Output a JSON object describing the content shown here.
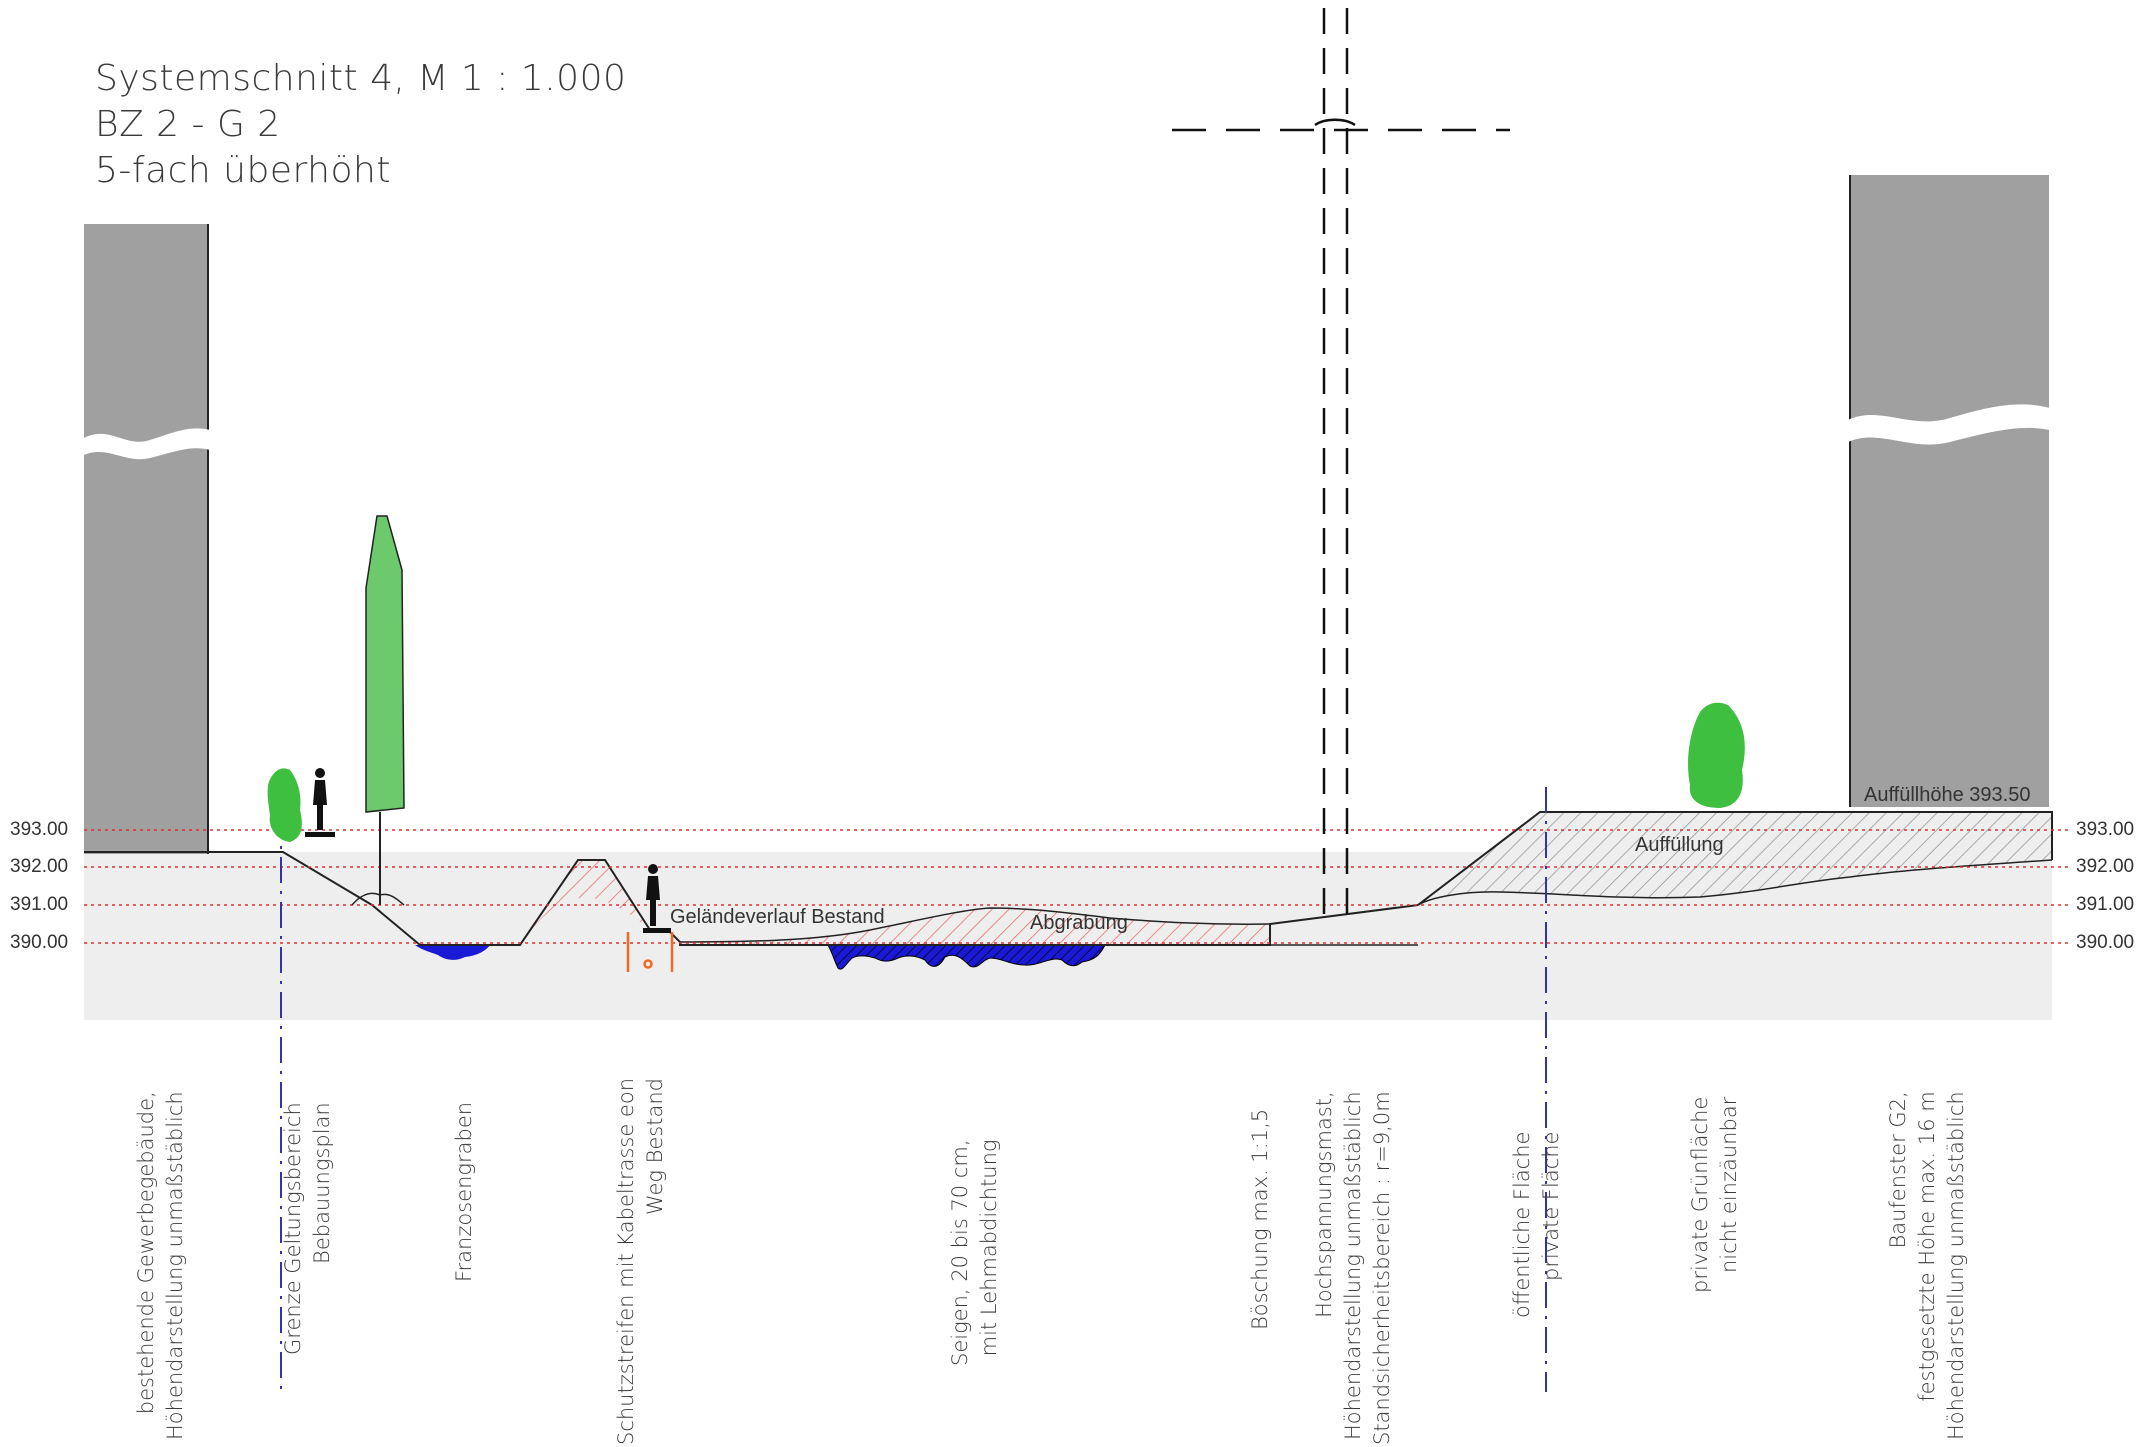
{
  "title": {
    "line1": "Systemschnitt 4, M 1 : 1.000",
    "line2": "BZ 2 - G 2",
    "line3": "5-fach überhöht"
  },
  "levels": [
    "393.00",
    "392.00",
    "391.00",
    "390.00"
  ],
  "profile_labels": {
    "existing_terrain": "Geländeverlauf Bestand",
    "excavation": "Abgrabung",
    "fill": "Auffüllung",
    "fill_height": "Auffüllhöhe 393.50"
  },
  "annotations": [
    {
      "line1": "bestehende Gewerbegebäude,",
      "line2": "Höhendarstellung unmaßstäblich"
    },
    {
      "line1": "Grenze Geltungsbereich",
      "line2": "Bebauungsplan"
    },
    {
      "line1": "Franzosengraben",
      "line2": ""
    },
    {
      "line1": "Schutzstreifen mit Kabeltrasse eon",
      "line2": "Weg Bestand"
    },
    {
      "line1": "Seigen, 20 bis 70 cm,",
      "line2": "mit Lehmabdichtung"
    },
    {
      "line1": "Böschung max. 1:1,5",
      "line2": ""
    },
    {
      "line1": "Hochspannungsmast,",
      "line2": "Höhendarstellung unmaßstäblich",
      "line3": "Standsicherheitsbereich : r=9,0m"
    },
    {
      "line1": "öffentliche Fläche",
      "line2": "private Fläche"
    },
    {
      "line1": "private Grünfläche",
      "line2": "nicht einzäunbar"
    },
    {
      "line1": "Baufenster G2,",
      "line2": "festgesetzte Höhe max. 16 m",
      "line3": "Höhendarstellung unmaßstäblich"
    }
  ],
  "colors": {
    "building": "#a0a0a0",
    "ground": "#eeeeee",
    "tree": "#6cc96c",
    "shrub": "#3fbf3f",
    "water": "#1a1ad6",
    "excavation_hatch": "#e87070",
    "fill_hatch": "#999999",
    "level_line": "#e03030",
    "boundary_line": "#3333aa",
    "cable_marker": "#ee6a1e"
  }
}
